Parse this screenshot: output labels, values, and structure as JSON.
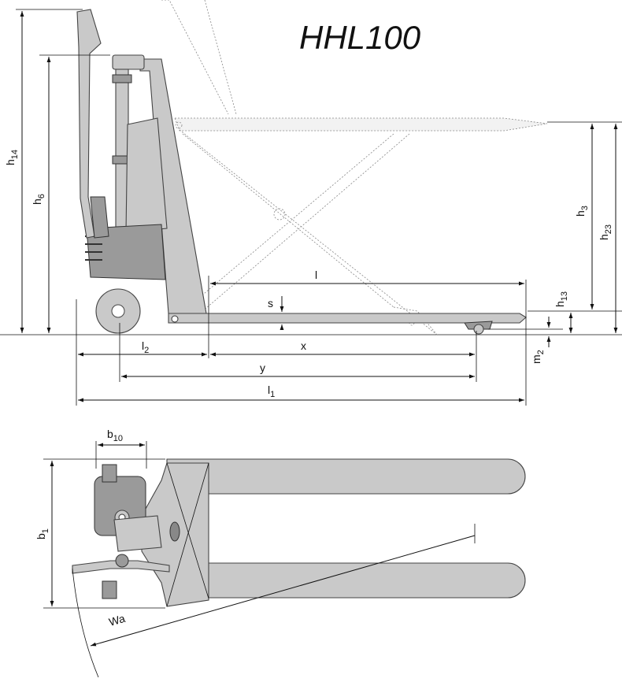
{
  "title": "HHL100",
  "side_view_labels": {
    "h14": {
      "main": "h",
      "sub": "14"
    },
    "h6": {
      "main": "h",
      "sub": "6"
    },
    "h3": {
      "main": "h",
      "sub": "3"
    },
    "h23": {
      "main": "h",
      "sub": "23"
    },
    "h13": {
      "main": "h",
      "sub": "13"
    },
    "l": {
      "main": "l",
      "sub": ""
    },
    "s": {
      "main": "s",
      "sub": ""
    },
    "l2": {
      "main": "l",
      "sub": "2"
    },
    "x": {
      "main": "x",
      "sub": ""
    },
    "y": {
      "main": "y",
      "sub": ""
    },
    "l1": {
      "main": "l",
      "sub": "1"
    },
    "m2": {
      "main": "m",
      "sub": "2"
    }
  },
  "top_view_labels": {
    "b10": {
      "main": "b",
      "sub": "10"
    },
    "b1": {
      "main": "b",
      "sub": "1"
    },
    "wa": {
      "main": "Wa",
      "sub": ""
    }
  }
}
